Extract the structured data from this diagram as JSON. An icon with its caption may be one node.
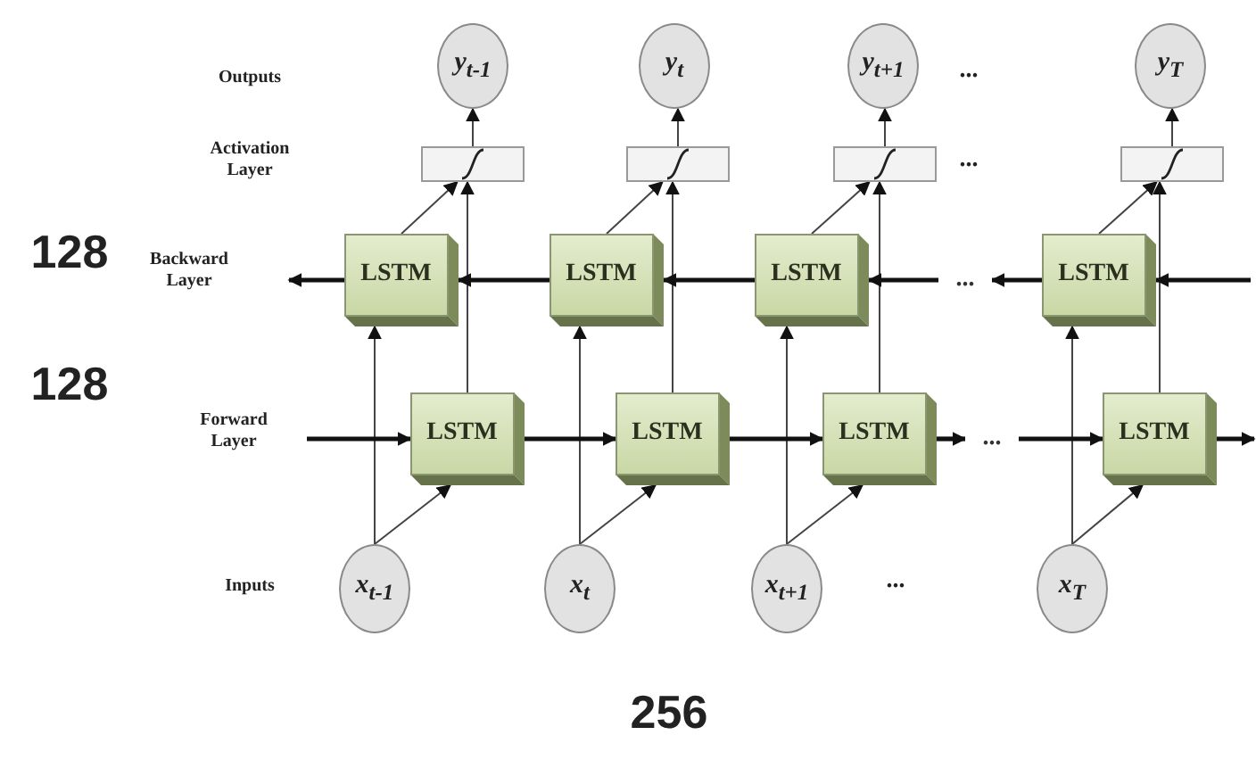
{
  "diagram": {
    "nodes": [
      {
        "text": [
          "y$_{t-1}$"
        ]
      },
      {
        "text": [
          "y$_{t}$"
        ]
      },
      {
        "text": [
          "y$_{t+1}$"
        ]
      },
      {
        "text": [
          "y$_{T}$"
        ]
      },
      {
        "text": [],
        "shape": "box"
      },
      {
        "text": [],
        "shape": "box"
      },
      {
        "text": [],
        "shape": "box"
      },
      {
        "text": [],
        "shape": "box"
      },
      {
        "text": [
          "LSTM"
        ]
      },
      {
        "text": [
          "LSTM"
        ]
      },
      {
        "text": [
          "LSTM"
        ]
      },
      {
        "text": [
          "..."
        ]
      },
      {
        "text": [
          "LSTM"
        ]
      },
      {
        "text": [
          "LSTM"
        ]
      },
      {
        "text": [
          "LSTM"
        ]
      },
      {
        "text": [
          "LSTM"
        ]
      },
      {
        "text": [
          "..."
        ]
      },
      {
        "text": [
          "LSTM"
        ]
      },
      {
        "text": [
          "x$_{t-1}$"
        ]
      },
      {
        "text": [
          "x$_{t}$"
        ]
      },
      {
        "text": [
          "x$_{t+1}$"
        ]
      },
      {
        "text": [
          "x$_{T}$"
        ]
      }
    ],
    "edges": [
      {
        "from": 4,
        "to": 0,
        "arrow": "to"
      },
      {
        "from": 5,
        "to": 1,
        "arrow": "to"
      },
      {
        "from": 6,
        "to": 2,
        "arrow": "to"
      },
      {
        "from": 7,
        "to": 3,
        "arrow": "to"
      },
      {
        "from": 8,
        "to": 4,
        "arrow": "to"
      },
      {
        "from": 9,
        "to": 5,
        "arrow": "to"
      },
      {
        "from": 10,
        "to": 6,
        "arrow": "to"
      },
      {
        "from": 12,
        "to": 7,
        "arrow": "to"
      },
      {
        "from": 13,
        "to": 4,
        "arrow": "to"
      },
      {
        "from": 14,
        "to": 5,
        "arrow": "to"
      },
      {
        "from": 15,
        "to": 6,
        "arrow": "to"
      },
      {
        "from": 17,
        "to": 7,
        "arrow": "to"
      },
      {
        "from": 18,
        "to": 8,
        "arrow": "to"
      },
      {
        "from": 19,
        "to": 9,
        "arrow": "to"
      },
      {
        "from": 20,
        "to": 10,
        "arrow": "to"
      },
      {
        "from": 21,
        "to": 12,
        "arrow": "to"
      },
      {
        "from": 18,
        "to": 13,
        "arrow": "to"
      },
      {
        "from": 19,
        "to": 14,
        "arrow": "to"
      },
      {
        "from": 20,
        "to": 15,
        "arrow": "to"
      },
      {
        "from": 21,
        "to": 17,
        "arrow": "to"
      },
      {
        "from": null,
        "to": 13,
        "arrow": "to",
        "style": "thick"
      },
      {
        "from": 13,
        "to": 14,
        "arrow": "to",
        "style": "thick"
      },
      {
        "from": 14,
        "to": 15,
        "arrow": "to",
        "style": "thick"
      },
      {
        "from": 15,
        "to": 16,
        "arrow": "to",
        "style": "thick"
      },
      {
        "from": 16,
        "to": 17,
        "arrow": "to",
        "style": "thick"
      },
      {
        "from": 17,
        "to": null,
        "arrow": "to",
        "style": "thick"
      },
      {
        "from": null,
        "to": 12,
        "arrow": "to",
        "style": "thick"
      },
      {
        "from": 12,
        "to": 11,
        "arrow": "to",
        "style": "thick"
      },
      {
        "from": 11,
        "to": 10,
        "arrow": "to",
        "style": "thick"
      },
      {
        "from": 10,
        "to": 9,
        "arrow": "to",
        "style": "thick"
      },
      {
        "from": 9,
        "to": 8,
        "arrow": "to",
        "style": "thick"
      },
      {
        "from": 8,
        "to": null,
        "arrow": "to",
        "style": "thick"
      }
    ],
    "labels": [
      "Outputs",
      "...",
      "Activation Layer",
      "...",
      "128",
      "Backward Layer",
      "128",
      "Forward Layer",
      "Inputs",
      "...",
      "256"
    ]
  }
}
